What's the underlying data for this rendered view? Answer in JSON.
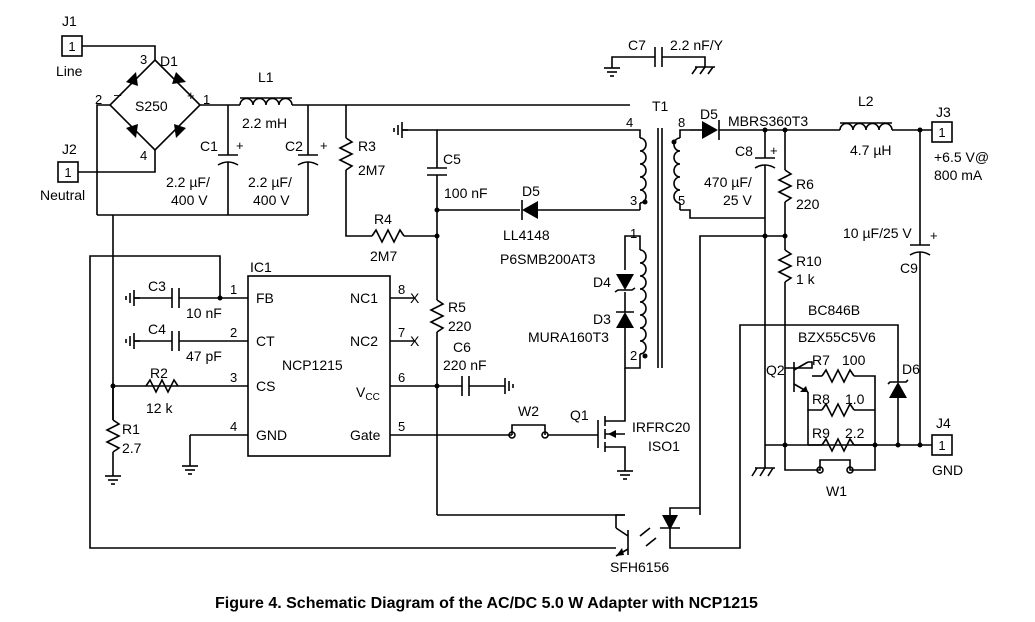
{
  "caption": "Figure 4. Schematic Diagram of the AC/DC 5.0 W Adapter with NCP1215",
  "connectors": {
    "j1": {
      "ref": "J1",
      "pin": "1",
      "label": "Line"
    },
    "j2": {
      "ref": "J2",
      "pin": "1",
      "label": "Neutral"
    },
    "j3": {
      "ref": "J3",
      "pin": "1",
      "label1": "+6.5 V@",
      "label2": "800 mA"
    },
    "j4": {
      "ref": "J4",
      "pin": "1",
      "label": "GND"
    }
  },
  "bridge": {
    "ref": "D1",
    "part": "S250",
    "pin1": "1",
    "pin2": "2",
    "pin3": "3",
    "pin4": "4",
    "plus": "+",
    "minus": "–"
  },
  "l1": {
    "ref": "L1",
    "value": "2.2 mH"
  },
  "c1": {
    "ref": "C1",
    "value1": "2.2 µF/",
    "value2": "400 V"
  },
  "c2": {
    "ref": "C2",
    "value1": "2.2 µF/",
    "value2": "400 V"
  },
  "r3": {
    "ref": "R3",
    "value": "2M7"
  },
  "r4": {
    "ref": "R4",
    "value": "2M7"
  },
  "c5": {
    "ref": "C5",
    "value": "100 nF"
  },
  "d5a": {
    "ref": "D5",
    "part": "LL4148"
  },
  "c7": {
    "ref": "C7",
    "value": "2.2 nF/Y"
  },
  "transformer": {
    "ref": "T1",
    "pin1": "1",
    "pin2": "2",
    "pin3": "3",
    "pin4": "4",
    "pin5": "5",
    "pin8": "8"
  },
  "d5b": {
    "ref": "D5",
    "part": "MBRS360T3"
  },
  "l2": {
    "ref": "L2",
    "value": "4.7 µH"
  },
  "c8": {
    "ref": "C8",
    "value1": "470 µF/",
    "value2": "25 V"
  },
  "c9": {
    "ref": "C9",
    "value": "10 µF/25 V"
  },
  "r6": {
    "ref": "R6",
    "value": "220"
  },
  "r10": {
    "ref": "R10",
    "value": "1 k"
  },
  "d4": {
    "ref": "D4",
    "part": "P6SMB200AT3"
  },
  "d3": {
    "ref": "D3",
    "part": "MURA160T3"
  },
  "ic1": {
    "ref": "IC1",
    "part": "NCP1215",
    "pins": [
      {
        "num": "1",
        "name": "FB"
      },
      {
        "num": "2",
        "name": "CT"
      },
      {
        "num": "3",
        "name": "CS"
      },
      {
        "num": "4",
        "name": "GND"
      },
      {
        "num": "8",
        "name": "NC1"
      },
      {
        "num": "7",
        "name": "NC2"
      },
      {
        "num": "6",
        "name": "V",
        "sub": "CC"
      },
      {
        "num": "5",
        "name": "Gate"
      }
    ]
  },
  "c3": {
    "ref": "C3",
    "value": "10 nF"
  },
  "c4": {
    "ref": "C4",
    "value": "47 pF"
  },
  "r2": {
    "ref": "R2",
    "value": "12 k"
  },
  "r1": {
    "ref": "R1",
    "value": "2.7"
  },
  "r5": {
    "ref": "R5",
    "value": "220"
  },
  "c6": {
    "ref": "C6",
    "value": "220 nF"
  },
  "w2": {
    "ref": "W2"
  },
  "q1": {
    "ref": "Q1",
    "part": "IRFRC20",
    "part2": "ISO1"
  },
  "q2": {
    "ref": "Q2",
    "part": "BC846B"
  },
  "d6": {
    "ref": "D6",
    "part": "BZX55C5V6"
  },
  "r7": {
    "ref": "R7",
    "value": "100"
  },
  "r8": {
    "ref": "R8",
    "value": "1.0"
  },
  "r9": {
    "ref": "R9",
    "value": "2.2"
  },
  "w1": {
    "ref": "W1"
  },
  "opto": {
    "part": "SFH6156"
  },
  "nc_mark": "X",
  "plus_mark": "+"
}
